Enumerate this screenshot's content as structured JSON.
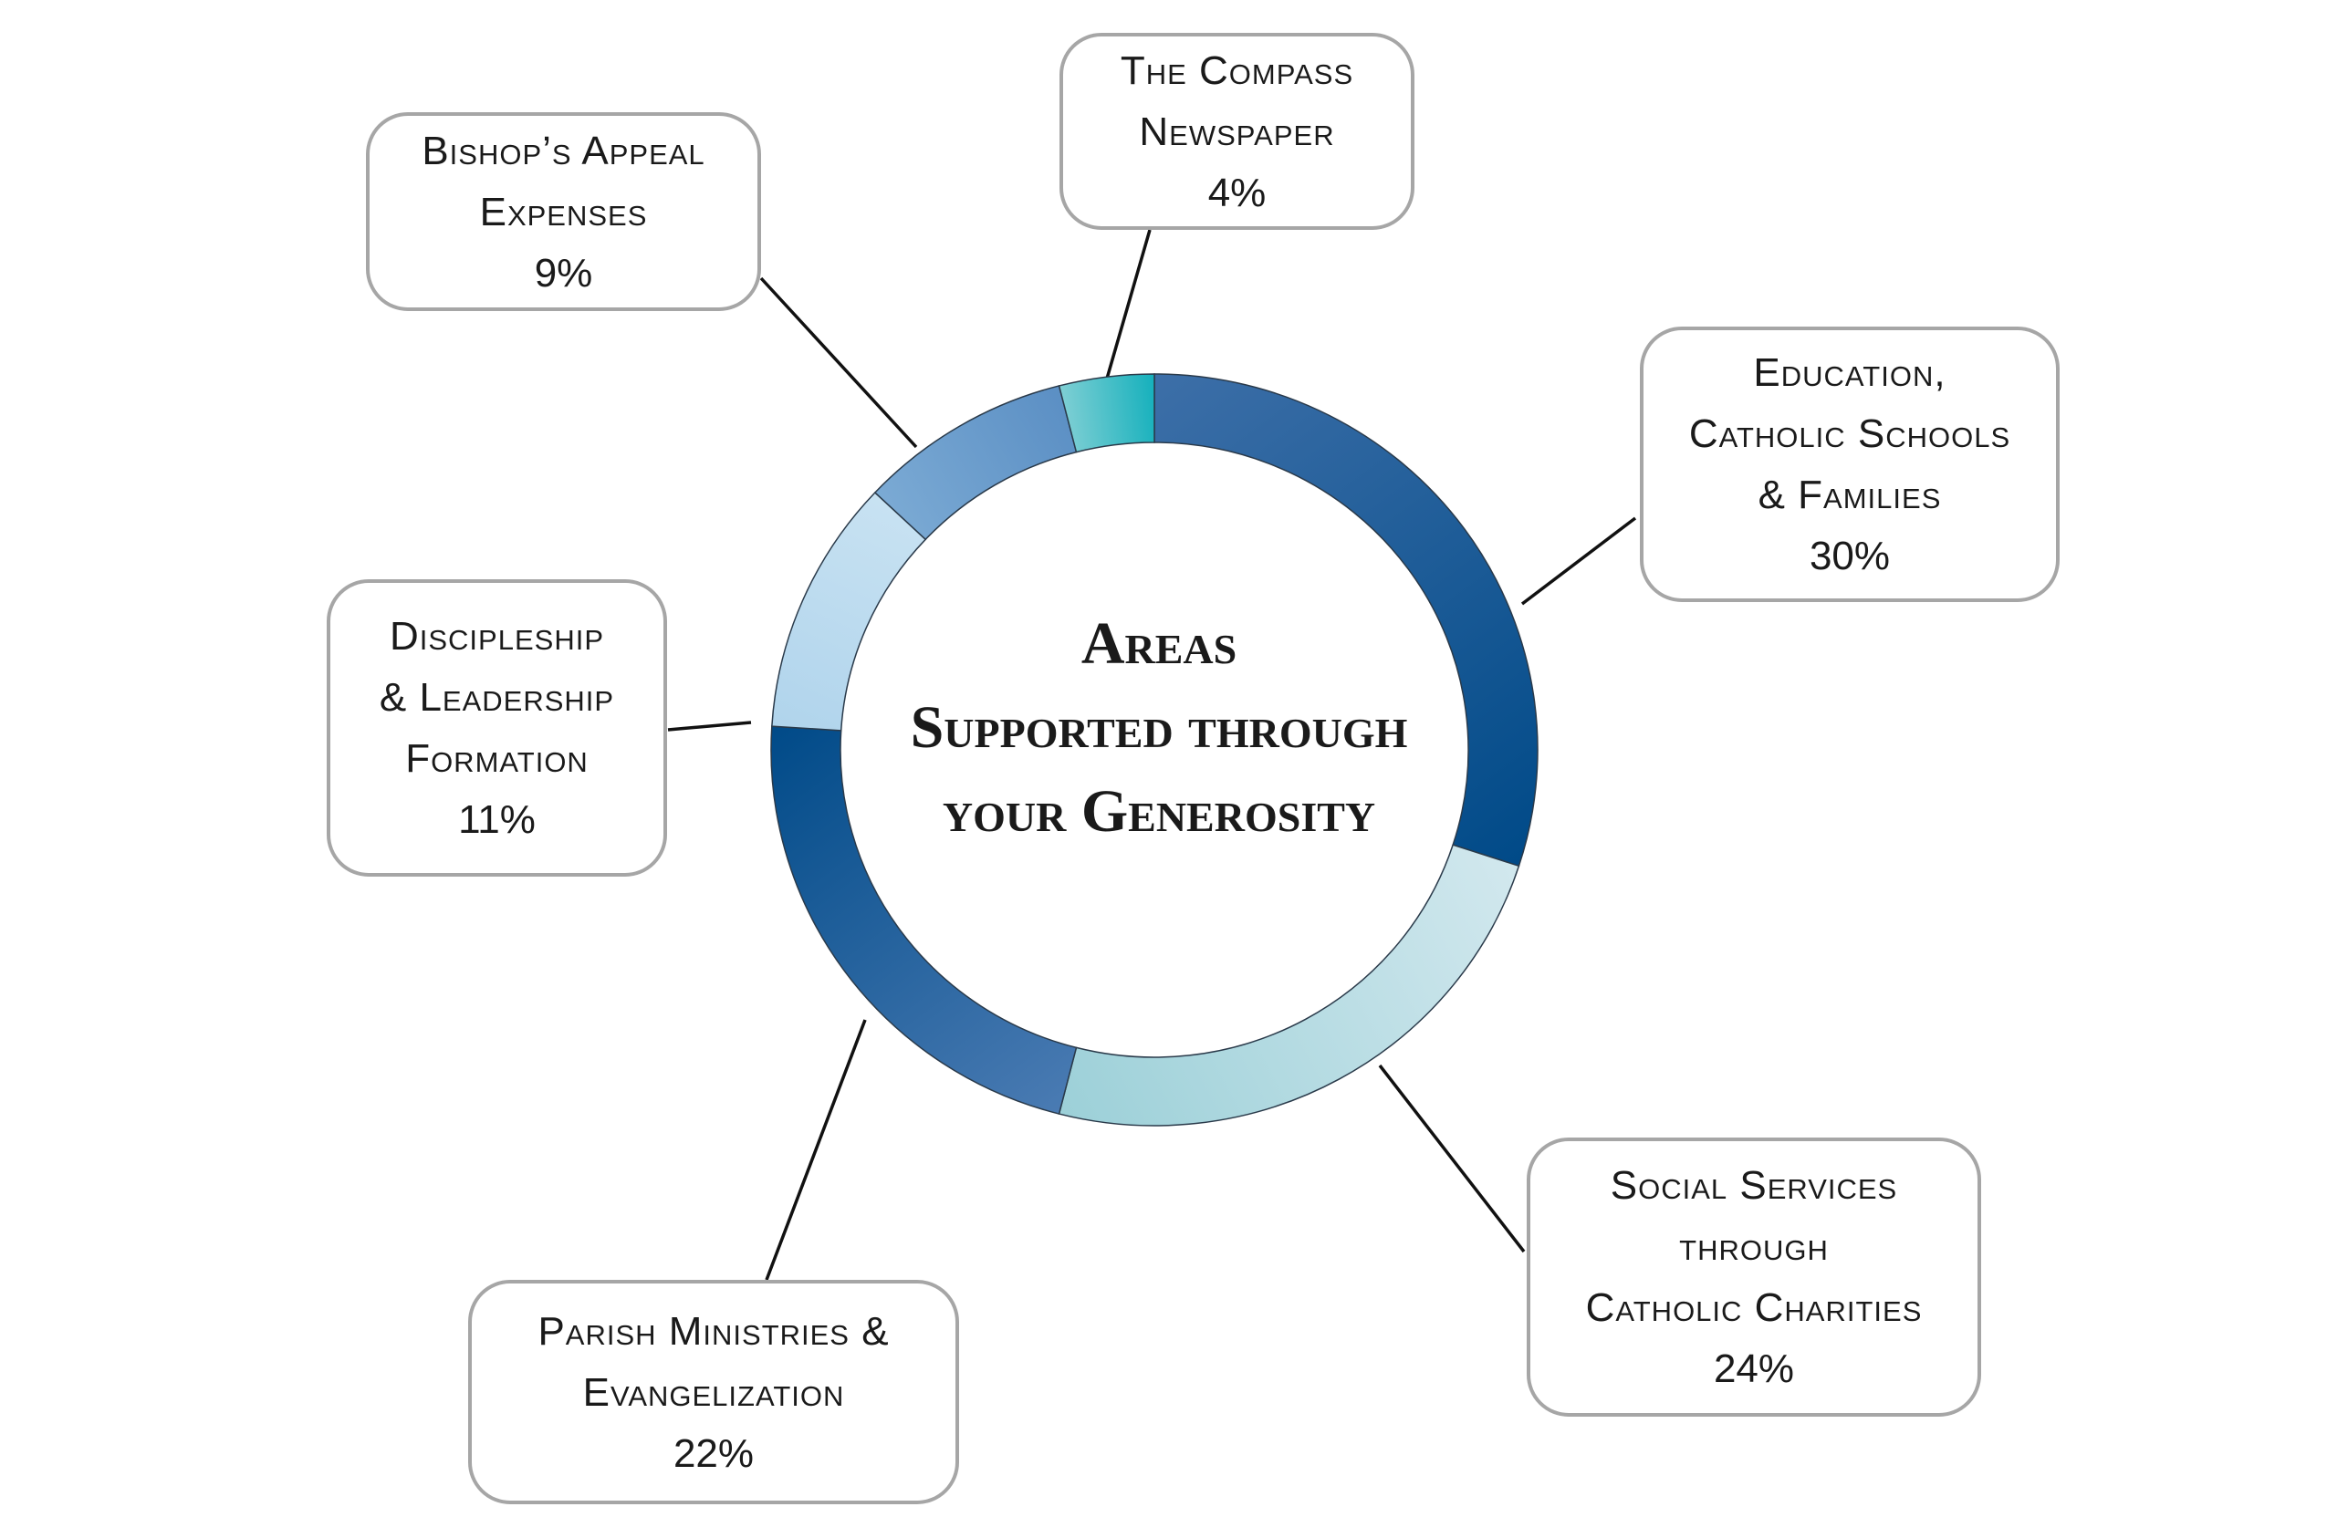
{
  "chart_data": {
    "type": "pie",
    "variant": "donut",
    "title_lines": [
      "Areas",
      "Supported through",
      "your Generosity"
    ],
    "slices": [
      {
        "key": "education",
        "label_lines": [
          "Education,",
          "Catholic Schools",
          "& Families"
        ],
        "percent_text": "30%",
        "value": 30,
        "color_start": "#3d6fa8",
        "color_end": "#004a88"
      },
      {
        "key": "social",
        "label_lines": [
          "Social Services",
          "through",
          "Catholic Charities"
        ],
        "percent_text": "24%",
        "value": 24,
        "color_start": "#d2e8ee",
        "color_end": "#9cd0d8"
      },
      {
        "key": "parish",
        "label_lines": [
          "Parish Ministries &",
          "Evangelization"
        ],
        "percent_text": "22%",
        "value": 22,
        "color_start": "#4a7bb3",
        "color_end": "#004a88"
      },
      {
        "key": "discipleship",
        "label_lines": [
          "Discipleship",
          "& Leadership",
          "Formation"
        ],
        "percent_text": "11%",
        "value": 11,
        "color_start": "#b0d4ec",
        "color_end": "#c8e2f2"
      },
      {
        "key": "bishop",
        "label_lines": [
          "Bishop’s Appeal",
          "Expenses"
        ],
        "percent_text": "9%",
        "value": 9,
        "color_start": "#7baad4",
        "color_end": "#5b8fc4"
      },
      {
        "key": "compass",
        "label_lines": [
          "The Compass",
          "Newspaper"
        ],
        "percent_text": "4%",
        "value": 4,
        "color_start": "#7fcfd4",
        "color_end": "#14b0bc"
      }
    ]
  }
}
